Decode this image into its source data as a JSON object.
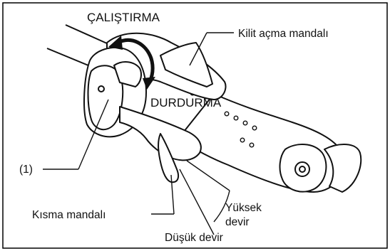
{
  "figure": {
    "labels": {
      "start": "ÇALIŞTIRMA",
      "stop": "DURDURMA",
      "unlock_lever": "Kilit açma mandalı",
      "part_1": "(1)",
      "throttle_lever": "Kısma mandalı",
      "high_speed_line1": "Yüksek",
      "high_speed_line2": "devir",
      "low_speed": "Düşük devir"
    },
    "colors": {
      "stroke": "#111111",
      "handle_fill": "#ffffff",
      "grip_shade": "#f2f2f2",
      "frame": "#000000"
    }
  }
}
